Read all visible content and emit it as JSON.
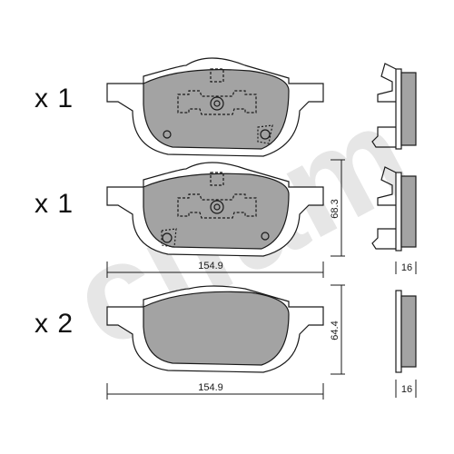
{
  "watermark": {
    "text": "cifam"
  },
  "quantities": [
    {
      "label": "x 1"
    },
    {
      "label": "x 1"
    },
    {
      "label": "x 2"
    }
  ],
  "dimensions": {
    "row2_height": "68.3",
    "row2_width": "154.9",
    "row2_thickness": "16",
    "row3_height": "64.4",
    "row3_width": "154.9",
    "row3_thickness": "16"
  },
  "colors": {
    "pad_fill": "#a3a3a3",
    "outline": "#1a1a1a",
    "watermark": "#e6e6e6"
  }
}
